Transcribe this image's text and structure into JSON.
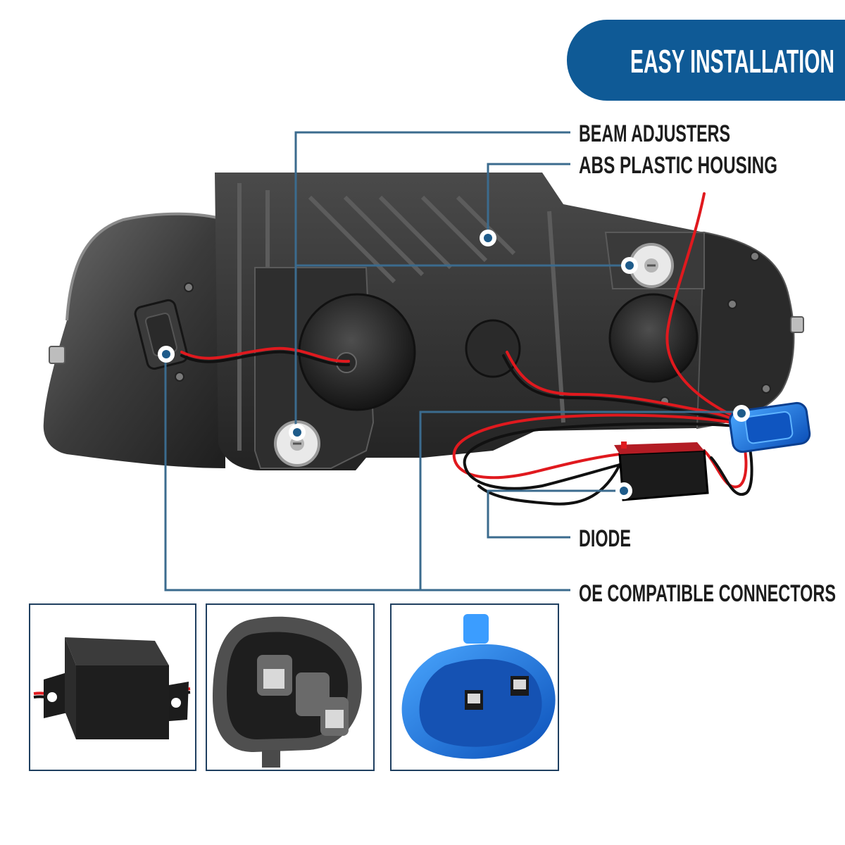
{
  "banner": {
    "title": "EASY INSTALLATION",
    "color": "#0f5a96"
  },
  "callouts": {
    "beam_adjusters": "BEAM ADJUSTERS",
    "abs_plastic_housing": "ABS PLASTIC HOUSING",
    "diode": "DIODE",
    "oe_compatible_connectors": "OE COMPATIBLE CONNECTORS"
  },
  "accent": {
    "leader_line": "#3b6b8e",
    "dot": "#1e5b8a",
    "thumbnail_border": "#1f3f60",
    "wire_red": "#e0191e",
    "connector_blue": "#1e63c8"
  },
  "icons": [
    "headlight-housing-illustration",
    "diode-module-thumbnail",
    "oe-connector-thumbnail",
    "blue-connector-thumbnail"
  ]
}
